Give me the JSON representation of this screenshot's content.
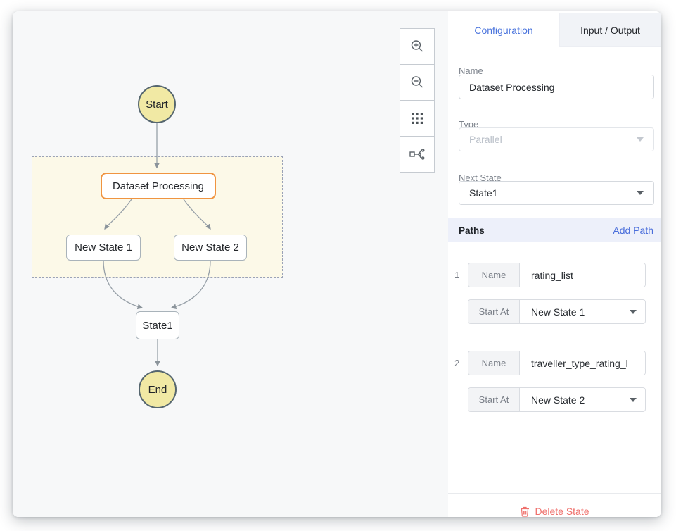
{
  "colors": {
    "accent_blue": "#4a74dd",
    "delete_red": "#ef706c",
    "node_yellow": "#f1e9a4",
    "selection_orange": "#f09440",
    "container_cream": "#fcf9e8",
    "canvas_gray": "#f7f8f9",
    "paths_band": "#edf0fa"
  },
  "canvas": {
    "nodes": {
      "start": "Start",
      "dataset": "Dataset Processing",
      "new_state_1": "New State 1",
      "new_state_2": "New State 2",
      "state1": "State1",
      "end": "End"
    },
    "toolbar_icons": [
      "zoom-in-icon",
      "zoom-out-icon",
      "grid-icon",
      "auto-layout-icon"
    ]
  },
  "panel": {
    "tabs": [
      {
        "label": "Configuration",
        "active": true
      },
      {
        "label": "Input / Output",
        "active": false
      }
    ],
    "fields": {
      "name_label": "Name",
      "name_value": "Dataset Processing",
      "type_label": "Type",
      "type_value": "Parallel",
      "next_state_label": "Next State",
      "next_state_value": "State1"
    },
    "paths": {
      "title": "Paths",
      "add_label": "Add Path",
      "items": [
        {
          "index": "1",
          "name_label": "Name",
          "name_value": "rating_list",
          "start_label": "Start At",
          "start_value": "New State 1"
        },
        {
          "index": "2",
          "name_label": "Name",
          "name_value": "traveller_type_rating_l",
          "start_label": "Start At",
          "start_value": "New State 2"
        }
      ]
    },
    "delete_label": "Delete State"
  }
}
